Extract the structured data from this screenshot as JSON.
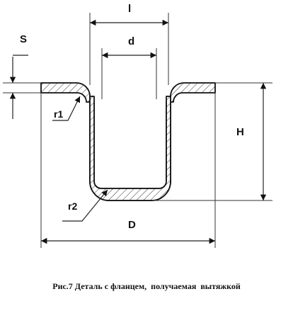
{
  "labels": {
    "l": "l",
    "d": "d",
    "S": "S",
    "H": "H",
    "D": "D",
    "r1": "r1",
    "r2": "r2"
  },
  "caption": "Рис.7 Деталь с фланцем,  получаемая  вытяжкой"
}
